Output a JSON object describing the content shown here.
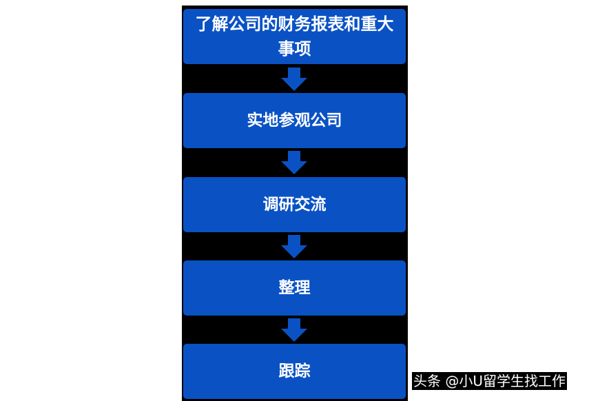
{
  "flowchart": {
    "steps": [
      {
        "label": "了解公司的财务报表和重大事项"
      },
      {
        "label": "实地参观公司"
      },
      {
        "label": "调研交流"
      },
      {
        "label": "整理"
      },
      {
        "label": "跟踪"
      }
    ],
    "connector": "arrow-down-icon",
    "colors": {
      "box": "#0a52c4",
      "arrow": "#0a52c4",
      "panel_background": "#000000",
      "text": "#ffffff"
    }
  },
  "watermark": {
    "text": "头条 @小U留学生找工作"
  }
}
